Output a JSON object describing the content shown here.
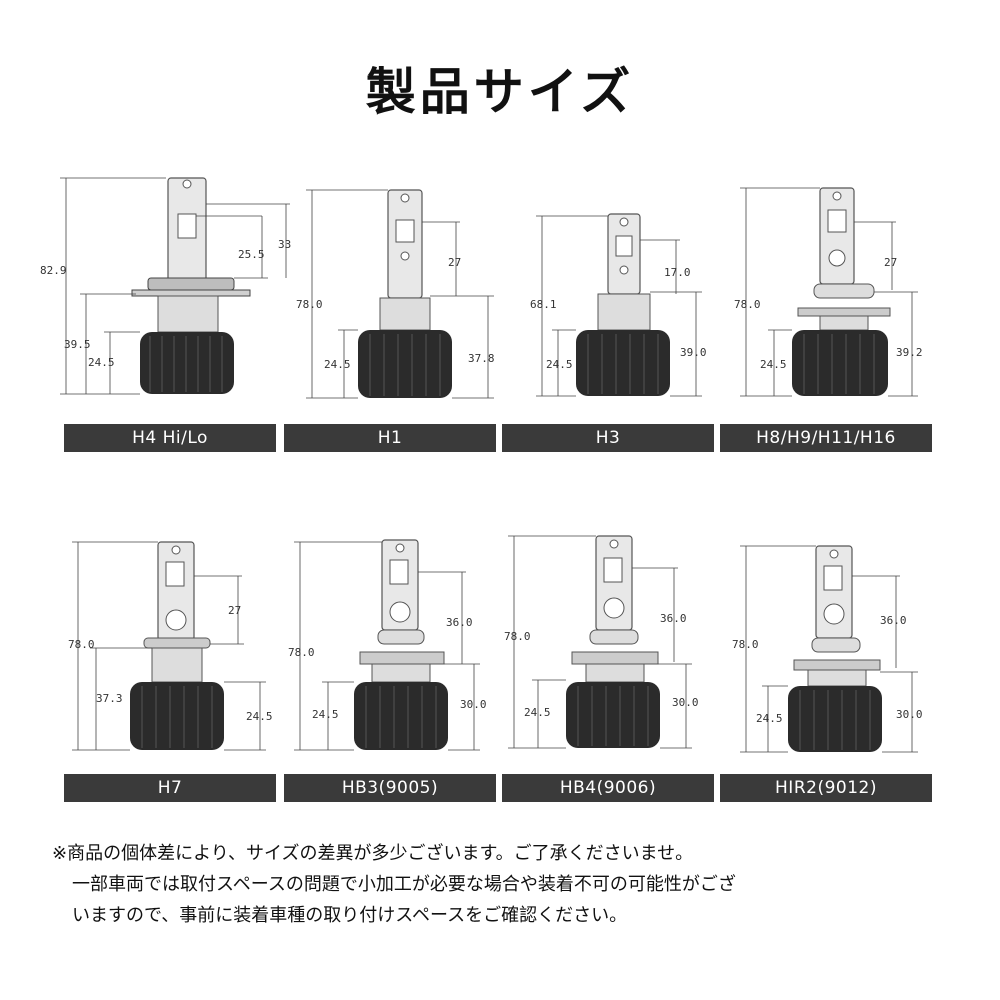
{
  "title": "製品サイズ",
  "bulbs": [
    {
      "label": "H4 Hi/Lo",
      "dims": [
        "82.9",
        "39.5",
        "24.5",
        "25.5",
        "33"
      ]
    },
    {
      "label": "H1",
      "dims": [
        "78.0",
        "24.5",
        "27",
        "37.8"
      ]
    },
    {
      "label": "H3",
      "dims": [
        "68.1",
        "24.5",
        "17.0",
        "39.0"
      ]
    },
    {
      "label": "H8/H9/H11/H16",
      "dims": [
        "78.0",
        "24.5",
        "27",
        "39.2"
      ]
    },
    {
      "label": "H7",
      "dims": [
        "78.0",
        "37.3",
        "27",
        "24.5"
      ]
    },
    {
      "label": "HB3(9005)",
      "dims": [
        "78.0",
        "24.5",
        "36.0",
        "30.0"
      ]
    },
    {
      "label": "HB4(9006)",
      "dims": [
        "78.0",
        "24.5",
        "36.0",
        "30.0"
      ]
    },
    {
      "label": "HIR2(9012)",
      "dims": [
        "78.0",
        "24.5",
        "36.0",
        "30.0"
      ]
    }
  ],
  "note": {
    "line1": "※商品の個体差により、サイズの差異が多少ございます。ご了承くださいませ。",
    "line2": "一部車両では取付スペースの問題で小加工が必要な場合や装着不可の可能性がござ",
    "line3": "いますので、事前に装着車種の取り付けスペースをご確認ください。"
  },
  "colors": {
    "label_bar": "#3a3a3a",
    "bulb_body": "#2b2b2b",
    "bracket": "#e6e6e6"
  }
}
